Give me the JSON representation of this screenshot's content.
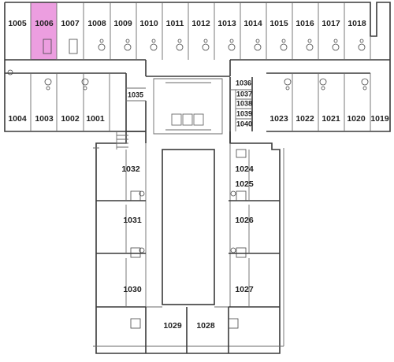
{
  "highlight_color": "#ec9ee0",
  "rooms": {
    "r1005": {
      "label": "1005",
      "highlighted": false
    },
    "r1006": {
      "label": "1006",
      "highlighted": true
    },
    "r1007": {
      "label": "1007",
      "highlighted": false
    },
    "r1008": {
      "label": "1008",
      "highlighted": false
    },
    "r1009": {
      "label": "1009",
      "highlighted": false
    },
    "r1010": {
      "label": "1010",
      "highlighted": false
    },
    "r1011": {
      "label": "1011",
      "highlighted": false
    },
    "r1012": {
      "label": "1012",
      "highlighted": false
    },
    "r1013": {
      "label": "1013",
      "highlighted": false
    },
    "r1014": {
      "label": "1014",
      "highlighted": false
    },
    "r1015": {
      "label": "1015",
      "highlighted": false
    },
    "r1016": {
      "label": "1016",
      "highlighted": false
    },
    "r1017": {
      "label": "1017",
      "highlighted": false
    },
    "r1018": {
      "label": "1018",
      "highlighted": false
    },
    "r1004": {
      "label": "1004",
      "highlighted": false
    },
    "r1003": {
      "label": "1003",
      "highlighted": false
    },
    "r1002": {
      "label": "1002",
      "highlighted": false
    },
    "r1001": {
      "label": "1001",
      "highlighted": false
    },
    "r1035": {
      "label": "1035",
      "highlighted": false
    },
    "r1036": {
      "label": "1036",
      "highlighted": false
    },
    "r1037": {
      "label": "1037",
      "highlighted": false
    },
    "r1038": {
      "label": "1038",
      "highlighted": false
    },
    "r1039": {
      "label": "1039",
      "highlighted": false
    },
    "r1040": {
      "label": "1040",
      "highlighted": false
    },
    "r1023": {
      "label": "1023",
      "highlighted": false
    },
    "r1022": {
      "label": "1022",
      "highlighted": false
    },
    "r1021": {
      "label": "1021",
      "highlighted": false
    },
    "r1020": {
      "label": "1020",
      "highlighted": false
    },
    "r1019": {
      "label": "1019",
      "highlighted": false
    },
    "r1032": {
      "label": "1032",
      "highlighted": false
    },
    "r1031": {
      "label": "1031",
      "highlighted": false
    },
    "r1030": {
      "label": "1030",
      "highlighted": false
    },
    "r1029": {
      "label": "1029",
      "highlighted": false
    },
    "r1028": {
      "label": "1028",
      "highlighted": false
    },
    "r1024": {
      "label": "1024",
      "highlighted": false
    },
    "r1025": {
      "label": "1025",
      "highlighted": false
    },
    "r1026": {
      "label": "1026",
      "highlighted": false
    },
    "r1027": {
      "label": "1027",
      "highlighted": false
    }
  }
}
